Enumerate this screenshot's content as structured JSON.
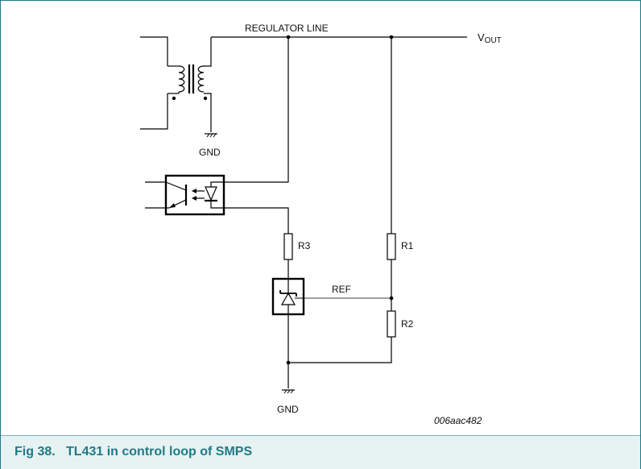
{
  "figure": {
    "caption_number": "Fig 38.",
    "caption_title": "TL431 in control loop of SMPS",
    "drawing_code": "006aac482"
  },
  "labels": {
    "regulator_line": "REGULATOR LINE",
    "vout_main": "V",
    "vout_sub": "OUT",
    "gnd_top": "GND",
    "gnd_bottom": "GND",
    "r1": "R1",
    "r2": "R2",
    "r3": "R3",
    "ref": "REF"
  },
  "colors": {
    "caption_text": "#1f7a86",
    "frame_border": "#1f7a86",
    "caption_bg": "#e7f2f3"
  }
}
